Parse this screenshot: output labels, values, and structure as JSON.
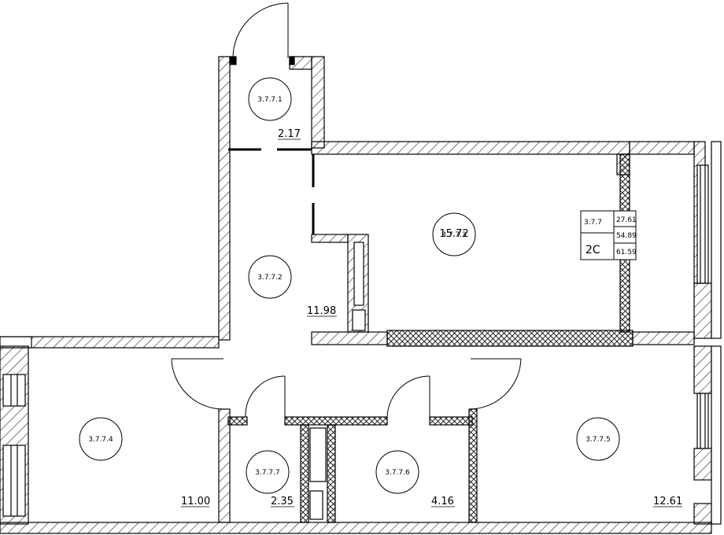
{
  "apartment": {
    "code": "3.7.7",
    "rooms_label": "2С",
    "living_area": "27.61",
    "total_area": "54.89",
    "total_area_balcony": "61.59"
  },
  "rooms": [
    {
      "code": "3.7.7.1",
      "area": "2.17"
    },
    {
      "code": "3.7.7.2",
      "area": "11.98"
    },
    {
      "code": "3.7.7.3",
      "area": "15.72"
    },
    {
      "code": "3.7.7.4",
      "area": "11.00"
    },
    {
      "code": "3.7.7.5",
      "area": "12.61"
    },
    {
      "code": "3.7.7.6",
      "area": "4.16"
    },
    {
      "code": "3.7.7.7",
      "area": "2.35"
    }
  ]
}
